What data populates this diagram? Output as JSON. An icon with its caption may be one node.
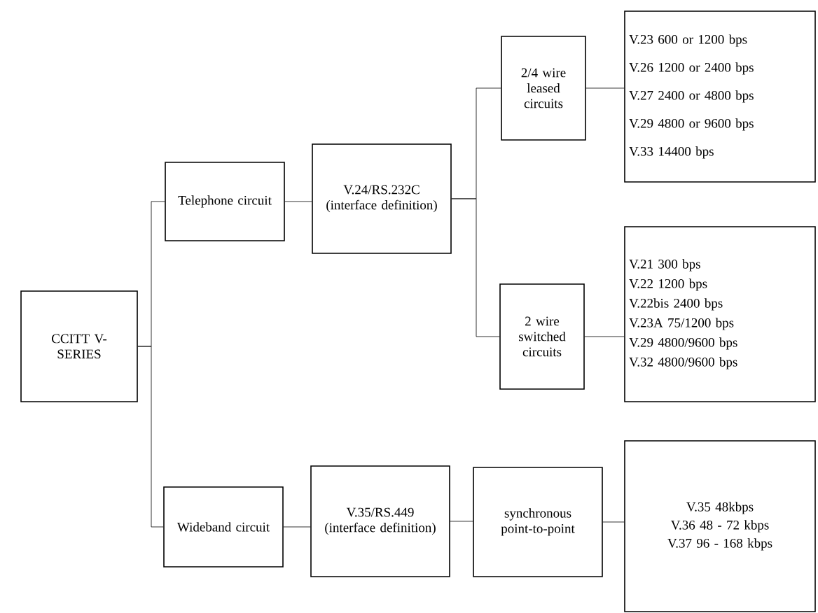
{
  "diagram": {
    "nodes": [
      {
        "text": [
          "CCITT V-SERIES"
        ]
      },
      {
        "text": [
          "Telephone circuit"
        ]
      },
      {
        "text": [
          "V.24/RS.232C (interface definition)"
        ]
      },
      {
        "text": [
          "2/4 wire leased circuits"
        ]
      },
      {
        "text": [
          "2 wire switched circuits"
        ]
      },
      {
        "text": [
          "V.23 600 or 1200 bps",
          "V.26 1200 or 2400 bps",
          "V.27 2400 or 4800 bps",
          "V.29 4800 or 9600 bps",
          "V.33 14400 bps"
        ]
      },
      {
        "text": [
          "V.21  300 bps",
          "V.22  1200 bps",
          "V.22bis 2400 bps",
          "V.23A 75/1200 bps",
          "V.29 4800/9600 bps",
          "V.32 4800/9600 bps"
        ]
      },
      {
        "text": [
          "Wideband circuit"
        ]
      },
      {
        "text": [
          "V.35/RS.449 (interface definition)"
        ]
      },
      {
        "text": [
          "synchronous point-to-point"
        ]
      },
      {
        "text": [
          "V.35  48kbps",
          "V.36  48 - 72 kbps",
          "V.37  96 - 168 kbps"
        ]
      }
    ],
    "edges": [
      {
        "from": 0,
        "to": 1,
        "arrow": "none"
      },
      {
        "from": 0,
        "to": 7,
        "arrow": "none"
      },
      {
        "from": 1,
        "to": 2,
        "arrow": "none"
      },
      {
        "from": 2,
        "to": 3,
        "arrow": "none"
      },
      {
        "from": 2,
        "to": 4,
        "arrow": "none"
      },
      {
        "from": 3,
        "to": 5,
        "arrow": "none"
      },
      {
        "from": 4,
        "to": 6,
        "arrow": "none"
      },
      {
        "from": 7,
        "to": 8,
        "arrow": "none"
      },
      {
        "from": 8,
        "to": 9,
        "arrow": "none"
      },
      {
        "from": 9,
        "to": 10,
        "arrow": "none"
      }
    ]
  }
}
